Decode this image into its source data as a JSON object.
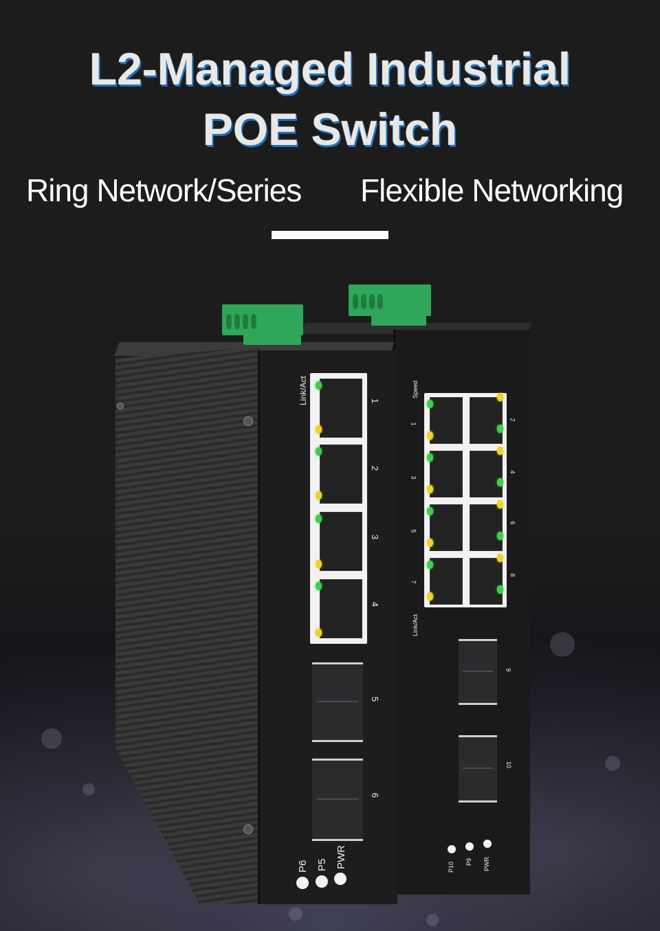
{
  "header": {
    "title_line1": "L2-Managed Industrial",
    "title_line2": "POE Switch",
    "feature_left": "Ring Network/Series",
    "feature_right": "Flexible Networking"
  },
  "colors": {
    "background": "#1c1c1c",
    "title_shadow": "#1f6fc0",
    "terminal_green": "#2fa659",
    "led_green": "#3ecf4a",
    "led_yellow": "#f0d32a"
  },
  "switch_left": {
    "led_label": "Link/Act",
    "rj45_ports": [
      "1",
      "2",
      "3",
      "4"
    ],
    "sfp_ports": [
      "5",
      "6"
    ],
    "status_leds": [
      "P6",
      "P5",
      "PWR"
    ]
  },
  "switch_right": {
    "speed_label": "Speed",
    "link_label": "Link/Act",
    "rj45_ports_left": [
      "1",
      "3",
      "5",
      "7"
    ],
    "rj45_ports_right": [
      "2",
      "4",
      "6",
      "8"
    ],
    "sfp_ports": [
      "9",
      "10"
    ],
    "status_leds": [
      "P10",
      "P9",
      "PWR"
    ]
  }
}
